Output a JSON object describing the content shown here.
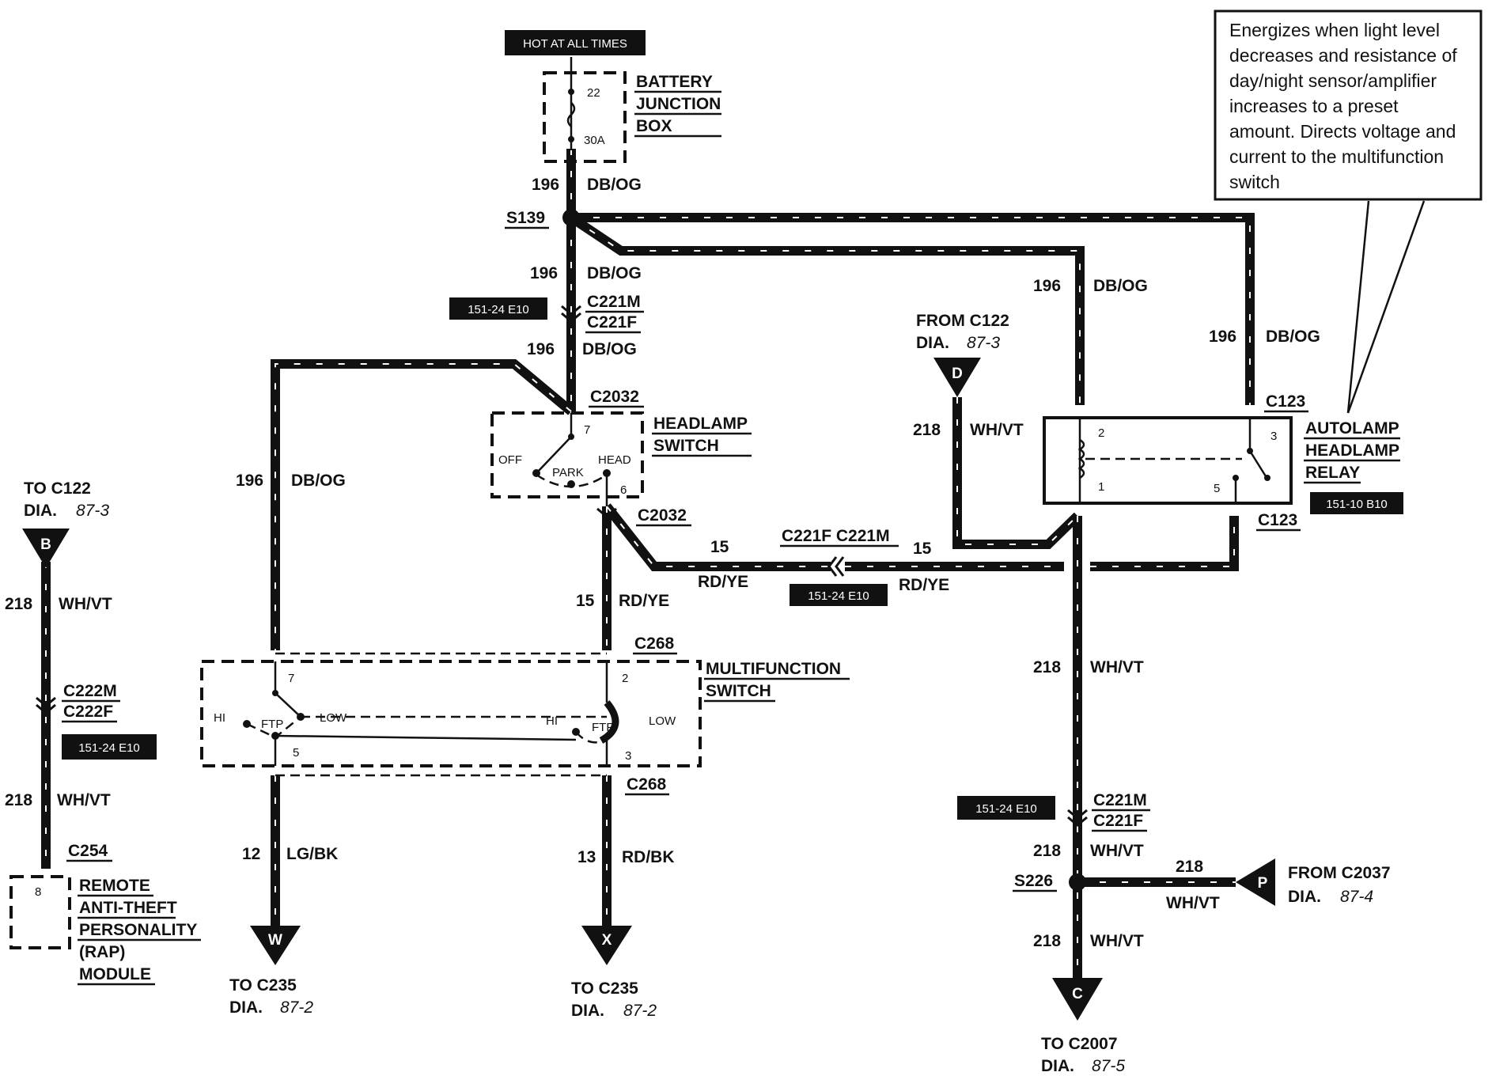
{
  "power": {
    "hot_label": "HOT AT ALL TIMES",
    "title_l1": "BATTERY",
    "title_l2": "JUNCTION",
    "title_l3": "BOX",
    "fuse_num": "22",
    "fuse_amps": "30A"
  },
  "splices": {
    "s139": "S139",
    "s226": "S226"
  },
  "connectors": {
    "c221m": "C221M",
    "c221f": "C221F",
    "c2032": "C2032",
    "c268": "C268",
    "c123": "C123",
    "c222m": "C222M",
    "c222f": "C222F",
    "c254": "C254",
    "c221_pair": "C221F C221M"
  },
  "badges": {
    "b151_24_e10": "151-24 E10",
    "b151_10_b10": "151-10 B10"
  },
  "wires": {
    "w196": {
      "num": "196",
      "color": "DB/OG"
    },
    "w15": {
      "num": "15",
      "color": "RD/YE"
    },
    "w218": {
      "num": "218",
      "color": "WH/VT"
    },
    "w12": {
      "num": "12",
      "color": "LG/BK"
    },
    "w13": {
      "num": "13",
      "color": "RD/BK"
    }
  },
  "headlamp_switch": {
    "title_l1": "HEADLAMP",
    "title_l2": "SWITCH",
    "off": "OFF",
    "park": "PARK",
    "head": "HEAD",
    "pin_in": "7",
    "pin_out": "6"
  },
  "multifunction_switch": {
    "title_l1": "MULTIFUNCTION",
    "title_l2": "SWITCH",
    "hi": "HI",
    "ftp": "FTP",
    "low": "LOW",
    "pin7": "7",
    "pin5": "5",
    "pin2": "2",
    "pin3": "3"
  },
  "relay": {
    "title_l1": "AUTOLAMP",
    "title_l2": "HEADLAMP",
    "title_l3": "RELAY",
    "pin1": "1",
    "pin2": "2",
    "pin3": "3",
    "pin5": "5"
  },
  "rap_module": {
    "title_l1": "REMOTE",
    "title_l2": "ANTI-THEFT",
    "title_l3": "PERSONALITY",
    "title_l4": "(RAP)",
    "title_l5": "MODULE",
    "pin": "8"
  },
  "references": {
    "to_c122_b": {
      "letter": "B",
      "l1": "TO C122",
      "dia": "DIA.",
      "page": "87-3"
    },
    "from_c122_d": {
      "letter": "D",
      "l1": "FROM C122",
      "dia": "DIA.",
      "page": "87-3"
    },
    "to_c235_w": {
      "letter": "W",
      "l1": "TO C235",
      "dia": "DIA.",
      "page": "87-2"
    },
    "to_c235_x": {
      "letter": "X",
      "l1": "TO C235",
      "dia": "DIA.",
      "page": "87-2"
    },
    "to_c2007_c": {
      "letter": "C",
      "l1": "TO C2007",
      "dia": "DIA.",
      "page": "87-5"
    },
    "from_c2037_p": {
      "letter": "P",
      "l1": "FROM C2037",
      "dia": "DIA.",
      "page": "87-4"
    }
  },
  "annotation": {
    "lines": [
      "Energizes when light level",
      "decreases and resistance of",
      "day/night sensor/amplifier",
      "increases to a preset",
      "amount. Directs voltage and",
      "current to the multifunction",
      "switch"
    ]
  }
}
